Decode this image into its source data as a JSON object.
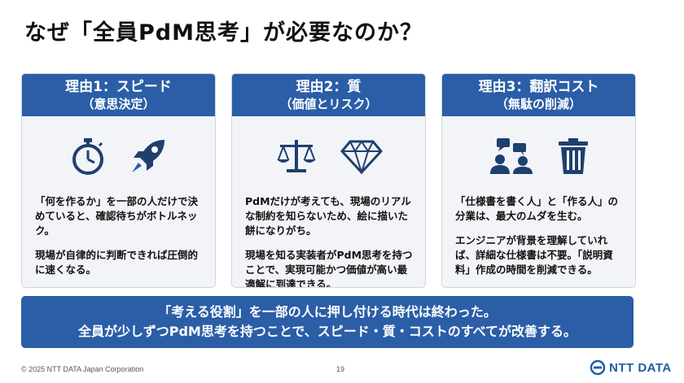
{
  "slide": {
    "title": "なぜ「全員PdM思考」が必要なのか？"
  },
  "cards": [
    {
      "title": "理由1：スピード",
      "subtitle": "（意思決定）",
      "icons": [
        "stopwatch-icon",
        "rocket-icon"
      ],
      "paragraphs": [
        "「何を作るか」を一部の人だけで決めていると、確認待ちがボトルネック。",
        "現場が自律的に判断できれば圧倒的に速くなる。"
      ]
    },
    {
      "title": "理由2：質",
      "subtitle": "（価値とリスク）",
      "icons": [
        "scales-icon",
        "diamond-icon"
      ],
      "paragraphs": [
        "PdMだけが考えても、現場のリアルな制約を知らないため、絵に描いた餅になりがち。",
        "現場を知る実装者がPdM思考を持つことで、実現可能かつ価値が高い最適解に到達できる。"
      ]
    },
    {
      "title": "理由3：翻訳コスト",
      "subtitle": "（無駄の削減）",
      "icons": [
        "people-chat-icon",
        "trash-icon"
      ],
      "paragraphs": [
        "「仕様書を書く人」と「作る人」の分業は、最大のムダを生む。",
        "エンジニアが背景を理解していれば、詳細な仕様書は不要。「説明資料」作成の時間を削減できる。"
      ]
    }
  ],
  "banner": {
    "line1": "「考える役割」を一部の人に押し付ける時代は終わった。",
    "line2": "全員が少しずつPdM思考を持つことで、スピード・質・コストのすべてが改善する。"
  },
  "footer": {
    "copyright": "© 2025 NTT DATA Japan Corporation",
    "page_number": "19",
    "logo_text": "NTT DATA"
  },
  "colors": {
    "accent": "#2b5ea7",
    "card_bg": "#f2f4f7",
    "icon_dark": "#1f3f6e"
  }
}
